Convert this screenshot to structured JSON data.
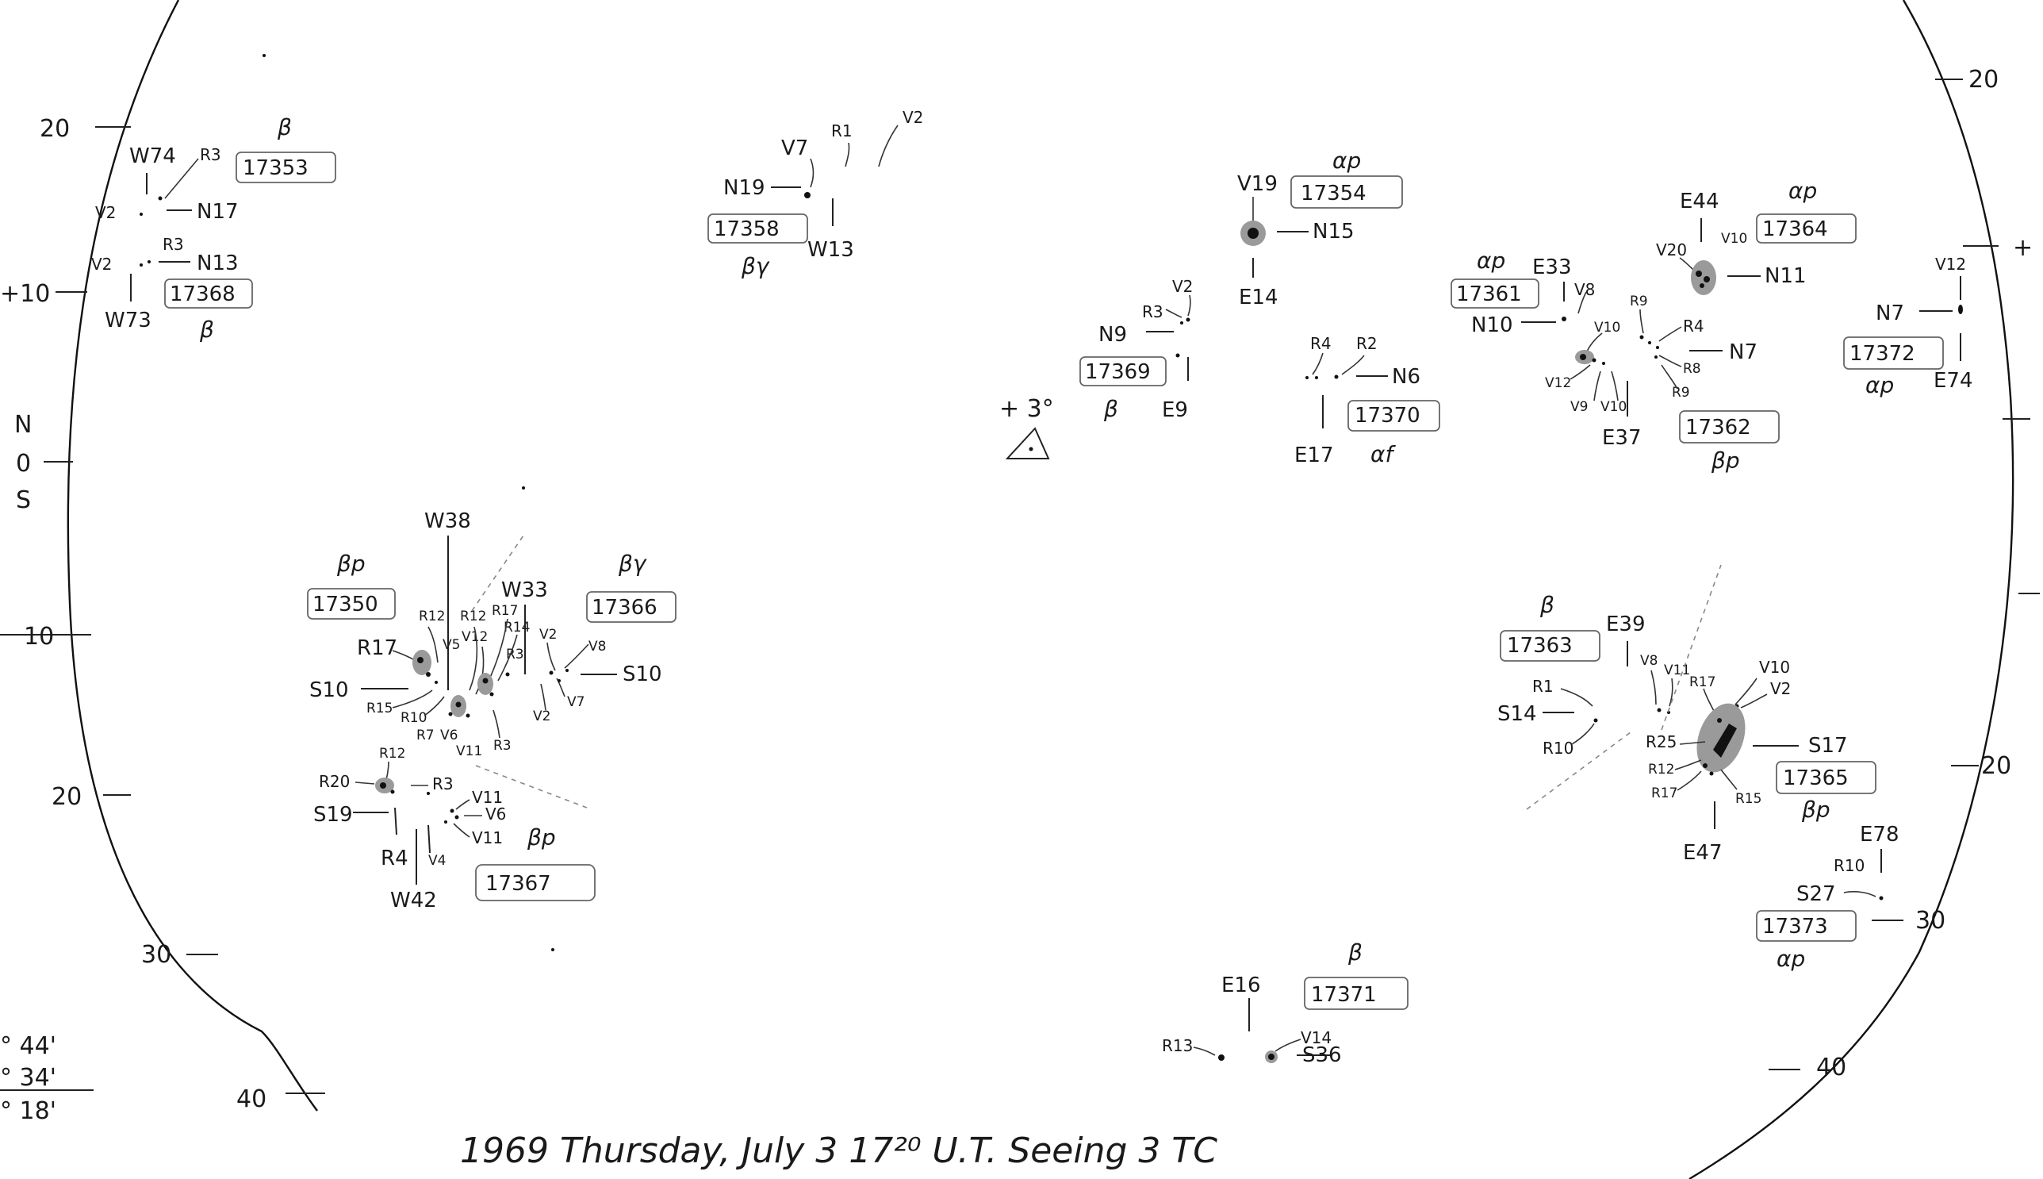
{
  "footer": {
    "text": "1969 Thursday, July 3 17²⁰ U.T. Seeing 3 TC"
  },
  "scale": {
    "left": [
      "20",
      "+10",
      "10",
      "20",
      "30",
      "40"
    ],
    "right": [
      "20",
      "+",
      "20",
      "30",
      "40"
    ],
    "ns": [
      "N",
      "0",
      "S"
    ]
  },
  "corner_values": [
    "° 44'",
    "° 34'",
    "° 18'"
  ],
  "center_marker": "+ 3°",
  "regions": [
    {
      "number": "17353",
      "class": "β",
      "labels": [
        "W74",
        "R3",
        "V2",
        "N17"
      ]
    },
    {
      "number": "17368",
      "class": "β",
      "labels": [
        "V2",
        "R3",
        "N13",
        "W73"
      ]
    },
    {
      "number": "17358",
      "class": "βγ",
      "labels": [
        "V7",
        "R1",
        "V2",
        "N19",
        "W13"
      ]
    },
    {
      "number": "17354",
      "class": "αp",
      "labels": [
        "V19",
        "N15",
        "E14"
      ]
    },
    {
      "number": "17369",
      "class": "β",
      "labels": [
        "N9",
        "R3",
        "V2",
        "E9"
      ]
    },
    {
      "number": "17370",
      "class": "αf",
      "labels": [
        "R4",
        "R2",
        "N6",
        "E17"
      ]
    },
    {
      "number": "17361",
      "class": "αp",
      "labels": [
        "E33",
        "V8",
        "N10"
      ]
    },
    {
      "number": "17364",
      "class": "αp",
      "labels": [
        "E44",
        "V20",
        "V10",
        "N11"
      ]
    },
    {
      "number": "17362",
      "class": "βp",
      "labels": [
        "V10",
        "R9",
        "R4",
        "N7",
        "R8",
        "R9",
        "V12",
        "V9",
        "V10",
        "E37"
      ]
    },
    {
      "number": "17372",
      "class": "αp",
      "labels": [
        "V12",
        "N7",
        "E74"
      ]
    },
    {
      "number": "17350",
      "class": "βp",
      "labels": [
        "W38",
        "R17",
        "S10",
        "R15",
        "R10",
        "R12",
        "V5",
        "R7",
        "V6",
        "V11"
      ]
    },
    {
      "number": "17366",
      "class": "βγ",
      "labels": [
        "W33",
        "R12",
        "V12",
        "R17",
        "R14",
        "R3",
        "V2",
        "V8",
        "S10",
        "V7",
        "V2",
        "R3"
      ]
    },
    {
      "number": "17367",
      "class": "βp",
      "labels": [
        "R12",
        "R20",
        "R3",
        "S19",
        "V11",
        "V6",
        "V11",
        "R4",
        "V4",
        "W42"
      ]
    },
    {
      "number": "17363",
      "class": "β",
      "labels": [
        "E39",
        "V8",
        "V11",
        "R1",
        "S14",
        "R10"
      ]
    },
    {
      "number": "17365",
      "class": "βp",
      "labels": [
        "R17",
        "V10",
        "V2",
        "R25",
        "R12",
        "R17",
        "R15",
        "S17",
        "E47"
      ]
    },
    {
      "number": "17373",
      "class": "αp",
      "labels": [
        "E78",
        "R10",
        "S27",
        "30"
      ]
    },
    {
      "number": "17371",
      "class": "β",
      "labels": [
        "E16",
        "R13",
        "V14",
        "S36"
      ]
    }
  ]
}
